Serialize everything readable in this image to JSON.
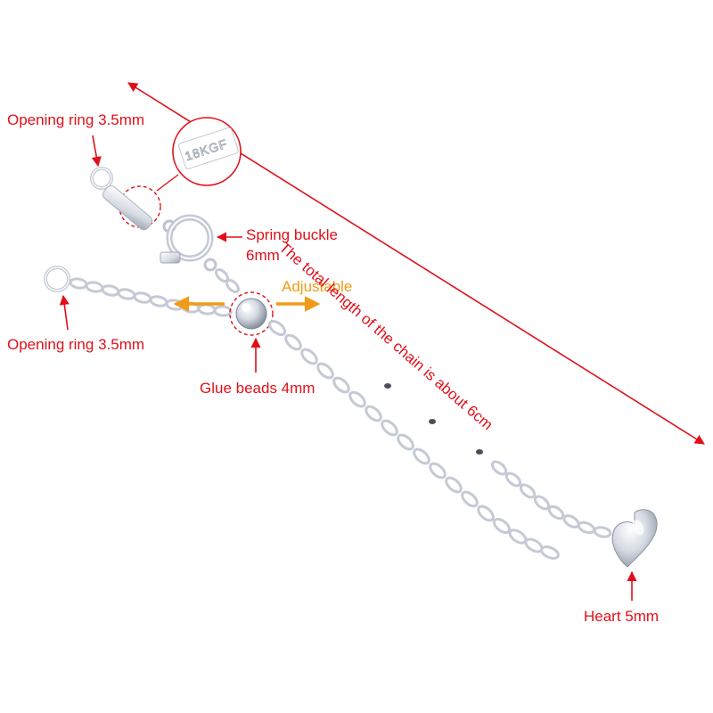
{
  "labels": {
    "opening_ring_top": "Opening ring 3.5mm",
    "spring_buckle_line1": "Spring buckle",
    "spring_buckle_line2": "6mm",
    "adjustable": "Adjustable",
    "opening_ring_left": "Opening ring 3.5mm",
    "glue_beads": "Glue beads 4mm",
    "heart": "Heart 5mm",
    "total_length": "The total length of the chain is about 6cm"
  },
  "stamp_text": "18KGF",
  "colors": {
    "annotation_red": "#e0101a",
    "adjustable_orange": "#f19a16",
    "silver_light": "#f4f6fa",
    "silver_mid": "#c9cfda",
    "silver_dark": "#8c95a6",
    "background": "#ffffff"
  }
}
